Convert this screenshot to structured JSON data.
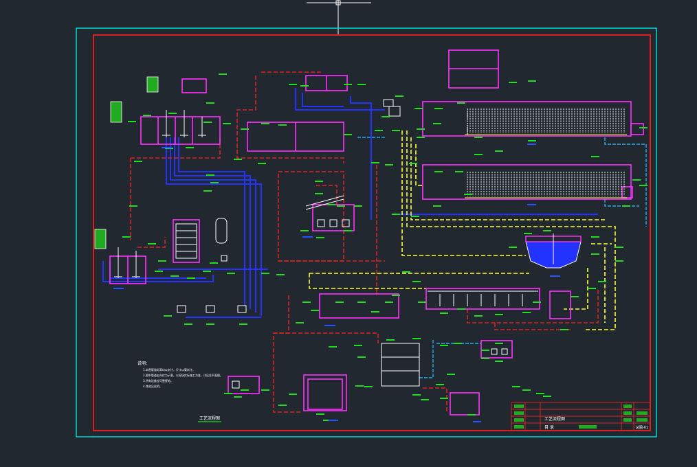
{
  "drawing": {
    "caption": "工艺流程图",
    "notes_title": "说明：",
    "notes": [
      "1.本图管道标高均以米计，尺寸以毫米计。",
      "2.图中管道走向仅为示意，以现场实际施工为准，详见总平面图。",
      "3.所有设备应可靠接地。",
      "4.其他见说明。"
    ]
  },
  "title_block": {
    "drawing_name": "工艺流程图",
    "sheet_label": "目 录",
    "drawing_no": "总图-01"
  },
  "colors": {
    "background": "#212830",
    "outer_frame": "#00e5e5",
    "inner_frame": "#e02020",
    "structure": "#ff33ff",
    "equipment": "#ffffff",
    "label": "#22dd22",
    "sludge_line": "#e02020",
    "air_line": "#2233ff",
    "chemical_line": "#ffff33",
    "reuse_line": "#22aaee"
  }
}
